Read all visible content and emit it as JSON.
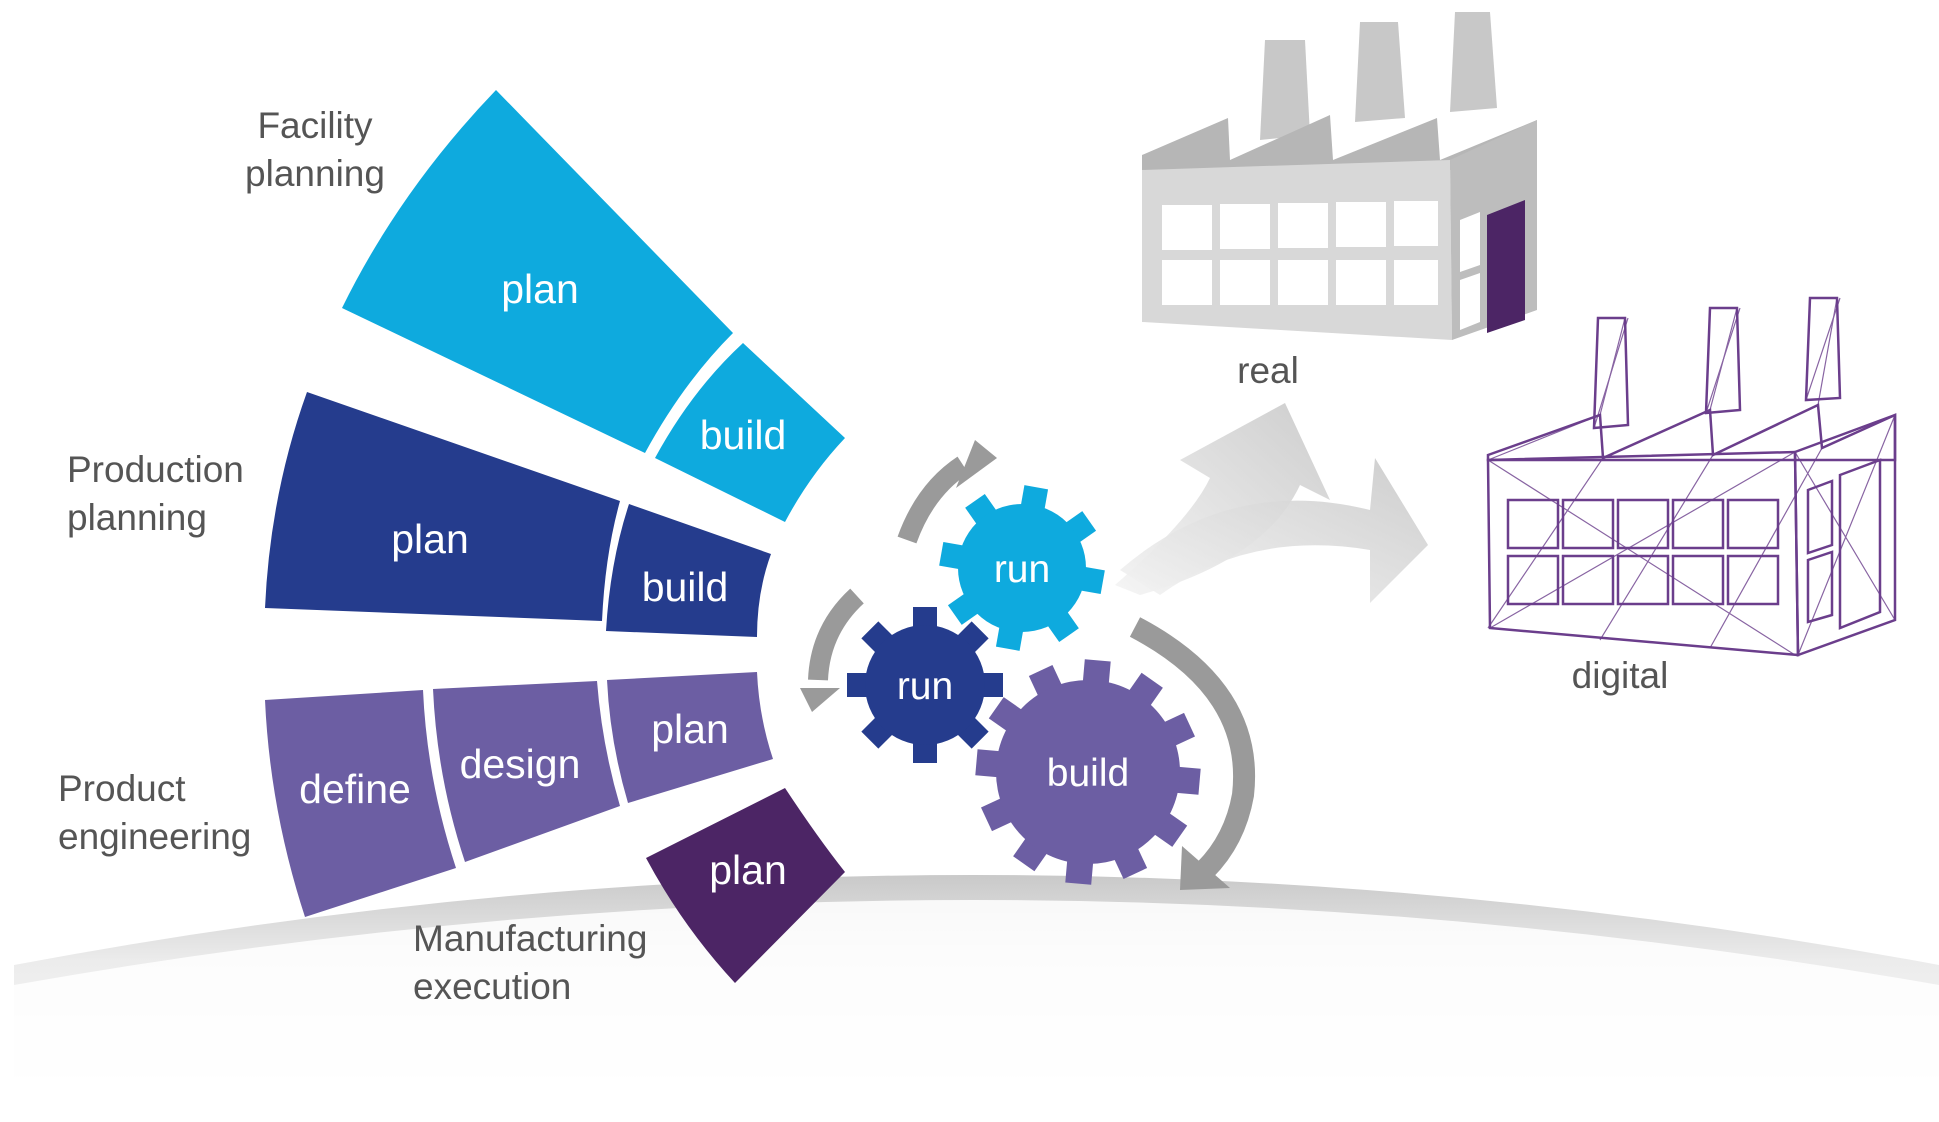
{
  "colors": {
    "facility": "#0eaade",
    "production": "#253c8d",
    "engineering": "#6c5ea3",
    "manufacturing": "#4c2565",
    "arrow_gray": "#9a9a9a",
    "flow_arrow": "#d4d4d4",
    "factory_gray": "#cfcfcf",
    "digital_line": "#6b3e8c",
    "text_gray": "#555555"
  },
  "rows": {
    "facility": {
      "label_line1": "Facility",
      "label_line2": "planning",
      "seg1": "plan",
      "seg2": "build"
    },
    "production": {
      "label_line1": "Production",
      "label_line2": "planning",
      "seg1": "plan",
      "seg2": "build"
    },
    "engineering": {
      "label_line1": "Product",
      "label_line2": "engineering",
      "seg1": "define",
      "seg2": "design",
      "seg3": "plan"
    },
    "manufacturing": {
      "label_line1": "Manufacturing",
      "label_line2": "execution",
      "seg1": "plan"
    }
  },
  "gears": {
    "top": "run",
    "left": "run",
    "big": "build"
  },
  "factories": {
    "real": "real",
    "digital": "digital"
  }
}
